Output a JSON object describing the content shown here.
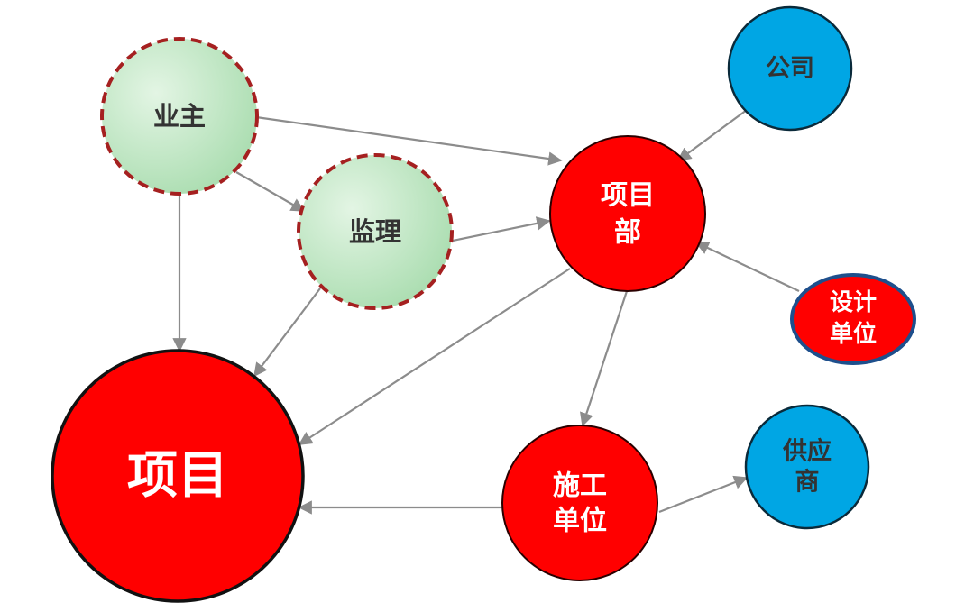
{
  "colors": {
    "red": "#ff0000",
    "blue": "#00a6e4",
    "green_light": "#e3f5e4",
    "green_dark": "#a8dcae",
    "dashed_border": "#a52020",
    "arrow": "#8c8c8c",
    "text_dark": "#333333",
    "text_light": "#ffffff"
  },
  "nodes": {
    "owner": {
      "label": "业主"
    },
    "supervisor": {
      "label": "监理"
    },
    "project_dept": {
      "line1": "项目",
      "line2": "部"
    },
    "company": {
      "label": "公司"
    },
    "design_unit": {
      "line1": "设计",
      "line2": "单位"
    },
    "project": {
      "label": "项目"
    },
    "construction_unit": {
      "line1": "施工",
      "line2": "单位"
    },
    "supplier": {
      "line1": "供应",
      "line2": "商"
    }
  }
}
